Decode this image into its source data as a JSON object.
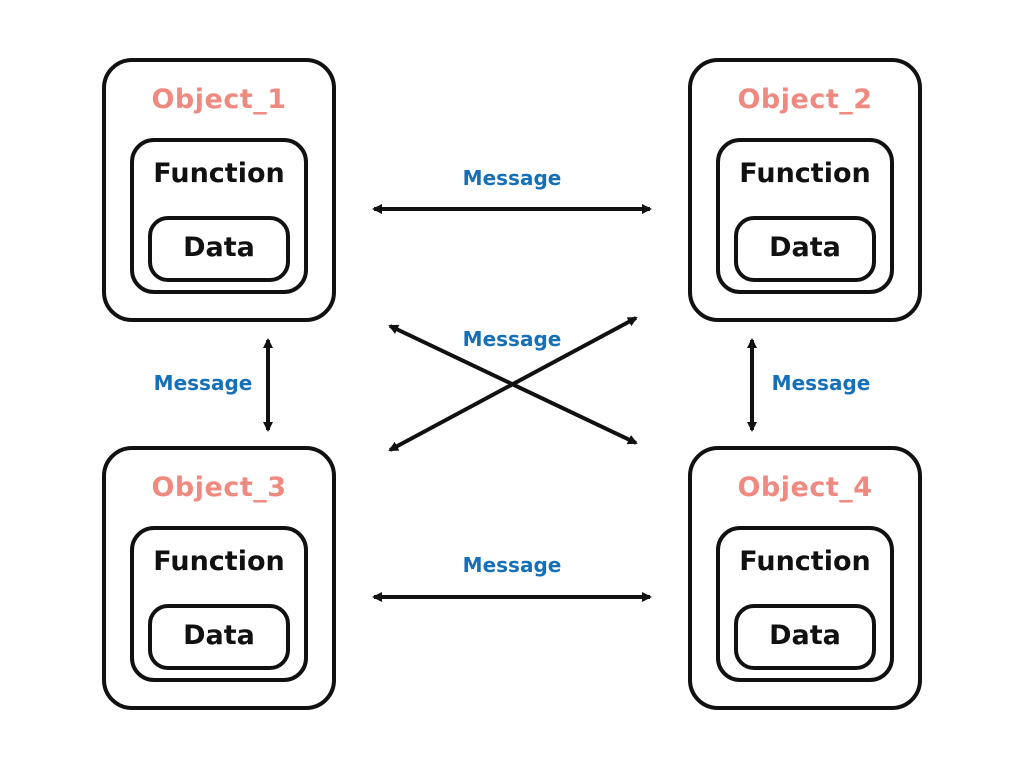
{
  "colors": {
    "object_title": "#F08A80",
    "message": "#1570B8",
    "stroke": "#111111"
  },
  "objects": [
    {
      "title": "Object_1",
      "function_label": "Function",
      "data_label": "Data"
    },
    {
      "title": "Object_2",
      "function_label": "Function",
      "data_label": "Data"
    },
    {
      "title": "Object_3",
      "function_label": "Function",
      "data_label": "Data"
    },
    {
      "title": "Object_4",
      "function_label": "Function",
      "data_label": "Data"
    }
  ],
  "messages": {
    "top": "Message",
    "center": "Message",
    "left": "Message",
    "right": "Message",
    "bottom": "Message"
  }
}
